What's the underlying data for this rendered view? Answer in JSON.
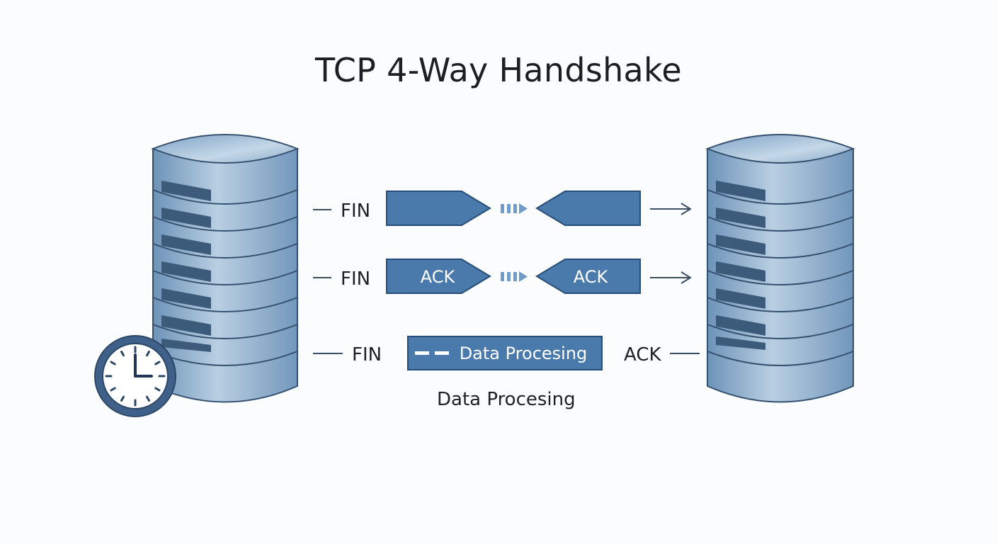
{
  "title": "TCP 4-Way Handshake",
  "rows": [
    {
      "left_label": "FIN",
      "left_packet": "",
      "right_packet": ""
    },
    {
      "left_label": "FIN",
      "left_packet": "ACK",
      "right_packet": "ACK"
    },
    {
      "left_label": "FIN",
      "box_label": "Data Procesing",
      "right_label": "ACK"
    }
  ],
  "caption": "Data Procesing",
  "icons": {
    "left_node": "server-stack-icon",
    "right_node": "server-stack-icon",
    "timer": "clock-icon"
  },
  "colors": {
    "packet_fill": "#4a7aab",
    "packet_stroke": "#274e78",
    "server_body": "#8fb0cd",
    "server_edge": "#34506e",
    "slot": "#3c5a7a"
  }
}
